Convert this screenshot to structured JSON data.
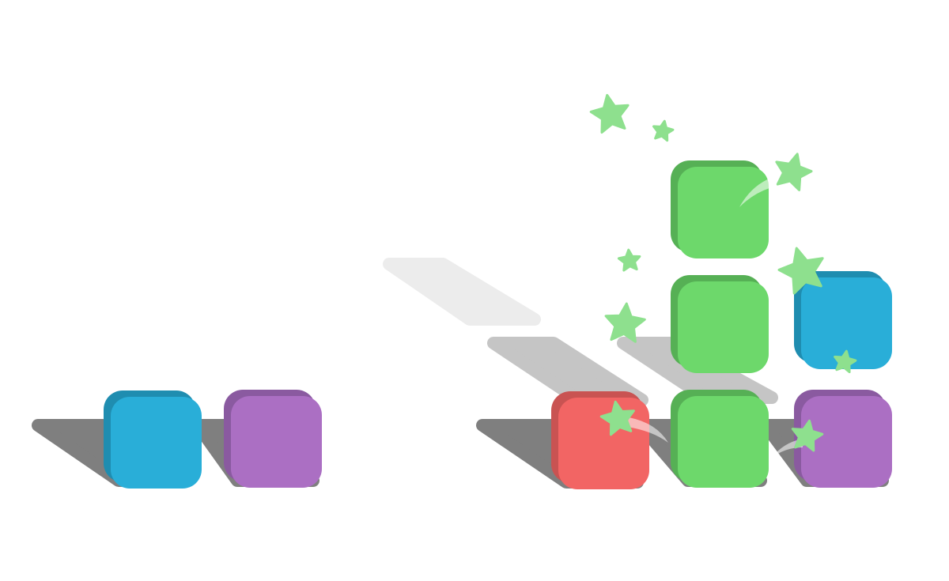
{
  "scene": {
    "description_none": "",
    "colors": {
      "background": "#ffffff",
      "shadow_dark": "#7f7f7f",
      "shadow_mid": "#c5c5c5",
      "shadow_light": "#ececec",
      "star": "#8ee08e",
      "blue": {
        "face": "#29aed8",
        "side": "#1f8db0"
      },
      "purple": {
        "face": "#ab6fc3",
        "side": "#8a5aa0"
      },
      "red": {
        "face": "#f26564",
        "side": "#c95352"
      },
      "green": {
        "face": "#6dd86b",
        "side": "#56b055"
      }
    },
    "left_group": {
      "blocks": [
        "blue",
        "purple"
      ]
    },
    "right_group": {
      "columns": [
        {
          "blocks": [
            "red"
          ]
        },
        {
          "blocks": [
            "green",
            "green",
            "green"
          ]
        },
        {
          "blocks": [
            "purple",
            "blue"
          ]
        }
      ],
      "effect": "star-sparkles"
    }
  }
}
